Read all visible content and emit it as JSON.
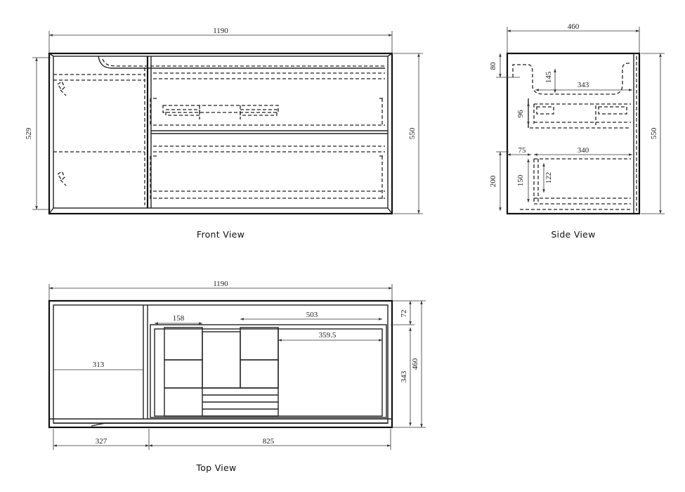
{
  "views": {
    "front": {
      "title": "Front View",
      "dims": {
        "width": "1190",
        "height_outer": "550",
        "height_inner": "529"
      }
    },
    "side": {
      "title": "Side View",
      "dims": {
        "depth": "460",
        "height": "550",
        "top_rail": "80",
        "basin_drop": "145",
        "inner_depth_top": "343",
        "drawer_top_h": "96",
        "offset": "75",
        "inner_depth_bottom": "340",
        "bottom_zone": "200",
        "drawer_bottom_h": "150",
        "drawer_bottom_inner": "122"
      }
    },
    "top": {
      "title": "Top View",
      "dims": {
        "width": "1190",
        "left_dim": "313",
        "slot_width": "158",
        "right_span": "503",
        "inner_span": "359.5",
        "back_gap": "72",
        "inner_depth": "343",
        "depth": "460",
        "left_section": "327",
        "right_section": "825"
      }
    }
  }
}
